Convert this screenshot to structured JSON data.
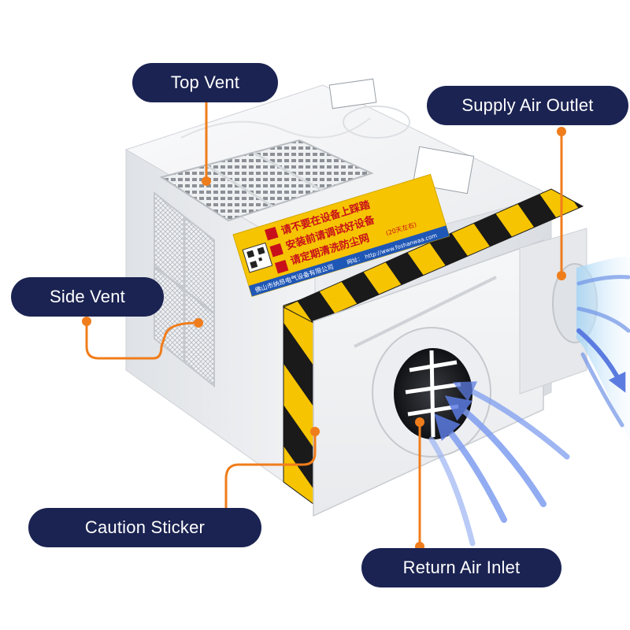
{
  "callouts": {
    "top_vent": "Top Vent",
    "supply_air_outlet": "Supply Air Outlet",
    "side_vent": "Side Vent",
    "caution_sticker": "Caution Sticker",
    "return_air_inlet": "Return Air Inlet"
  },
  "sticker": {
    "line1": "请不要在设备上踩踏",
    "line2": "安装前请调试好设备",
    "line3": "请定期清洗防尘网",
    "note": "(20天左右)",
    "company": "佛山市纳昂电气设备有限公司",
    "website_label": "网址：",
    "website": "http://www.foshanwaa.com"
  },
  "colors": {
    "label_bg": "#1b2352",
    "label_text": "#ffffff",
    "leader_line": "#f07d1c",
    "caution_yellow": "#f6c400",
    "caution_black": "#1a1a1a",
    "sticker_bg": "#f6c400",
    "sticker_text_red": "#c8101a",
    "airflow_blue": "#5b7be0",
    "body_white": "#f3f4f6"
  },
  "icons": {
    "top_vent": "grille-icon",
    "airflow": "airflow-arrow-icon",
    "warning": "warning-icon",
    "qr": "qr-code-icon"
  }
}
